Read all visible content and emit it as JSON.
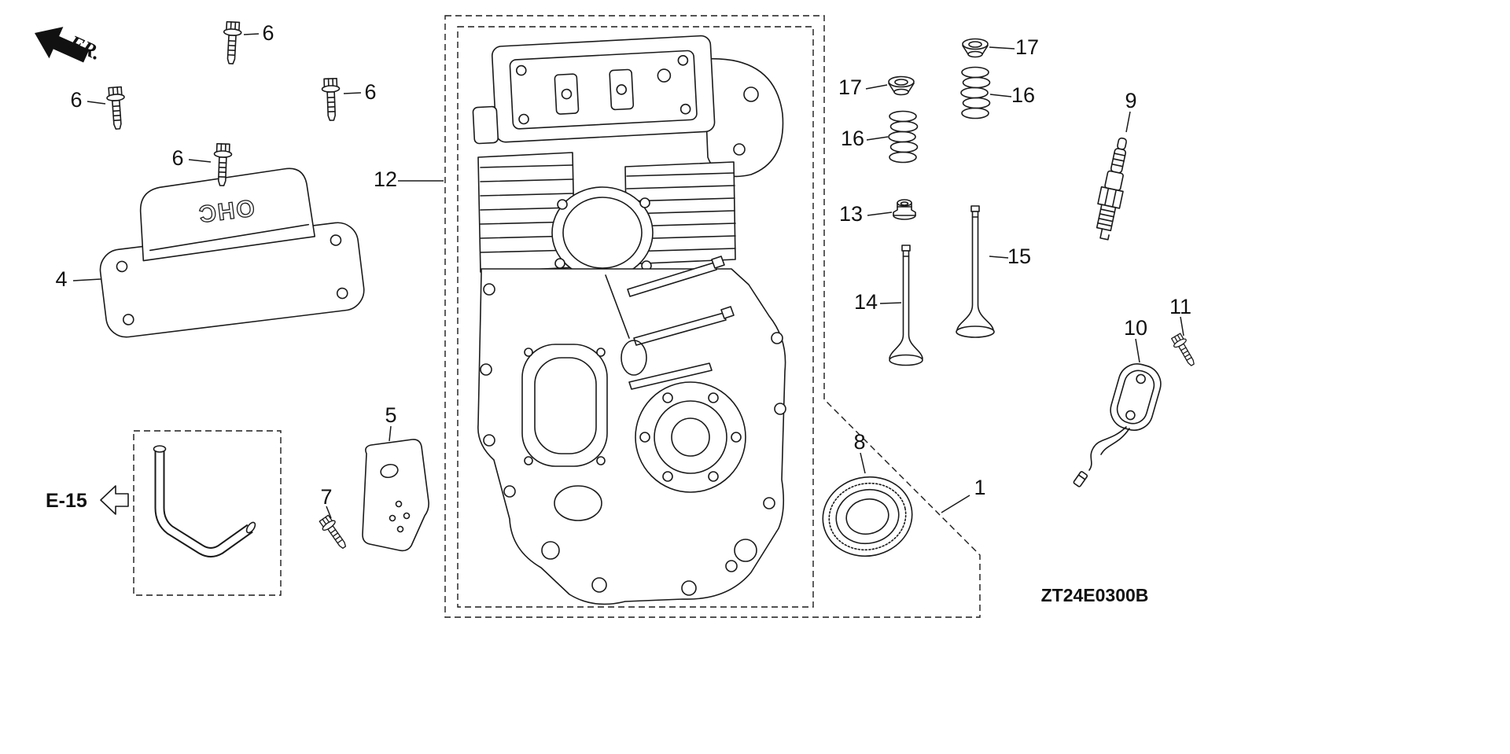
{
  "page": {
    "background_color": "#ffffff",
    "line_color": "#1a1a1a"
  },
  "diagram": {
    "drawing_code": "ZT24E0300B",
    "frame_reference": "E-15",
    "front_marker": "FR.",
    "valve_cover_emboss": "OHC"
  },
  "callouts": {
    "n1": "1",
    "n4": "4",
    "n5": "5",
    "n6": "6",
    "n7": "7",
    "n8": "8",
    "n9": "9",
    "n10": "10",
    "n11": "11",
    "n12": "12",
    "n13": "13",
    "n14": "14",
    "n15": "15",
    "n16": "16",
    "n17": "17"
  }
}
